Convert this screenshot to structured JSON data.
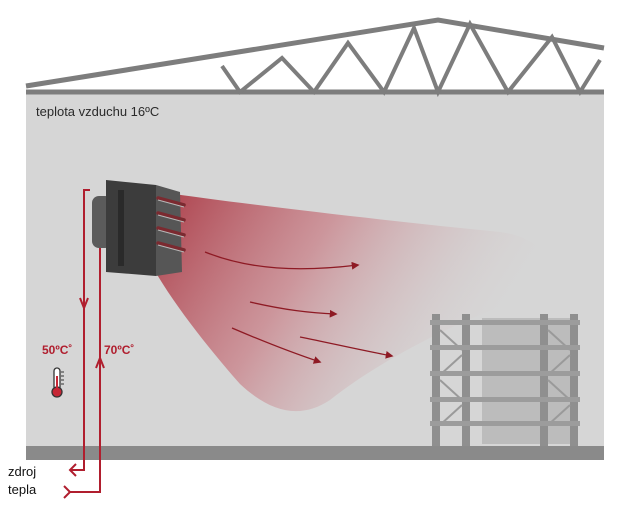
{
  "labels": {
    "air_temperature": "teplota vzduchu 16ºC",
    "return_temperature": "50ºC˚",
    "supply_temperature": "70ºC˚",
    "heat_source_line1": "zdroj",
    "heat_source_line2": "tepla"
  },
  "colors": {
    "wall": "#d6d6d6",
    "floor": "#8a8a8a",
    "roof_truss": "#7d7d7d",
    "pipe": "#b01e2e",
    "heater_body": "#4a4a4a",
    "rack": "#8f8f8f"
  },
  "icons": [
    "thermometer-icon",
    "heater-unit-icon",
    "pallet-rack-icon",
    "roof-truss-icon"
  ]
}
